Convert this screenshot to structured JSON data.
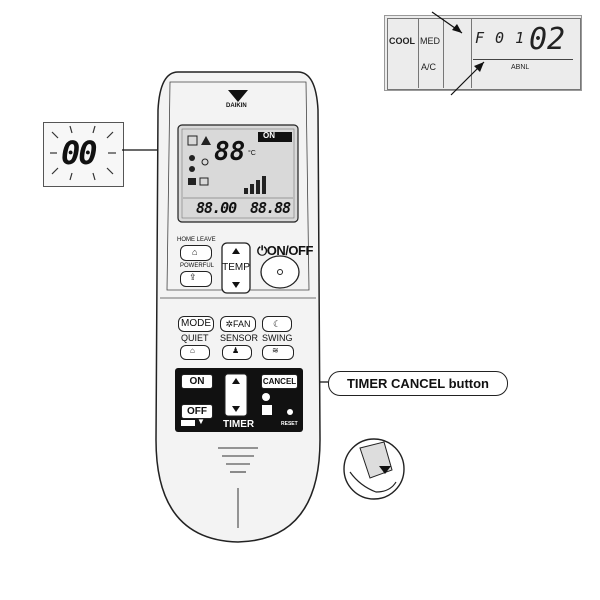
{
  "indoor_display": {
    "mode_cool": "COOL",
    "fan_med": "MED",
    "ac": "A/C",
    "code_prefix": "F 0 1",
    "code_value": "02",
    "code_label": "ABNL"
  },
  "blink_code": "00",
  "remote": {
    "brand": "DAIKIN",
    "lcd": {
      "on_badge": "ON",
      "temp": "88",
      "temp_unit": "°C",
      "timer_left": "88.00",
      "timer_right": "88.88"
    },
    "buttons": {
      "home_leave": "HOME LEAVE",
      "powerful": "POWERFUL",
      "temp": "TEMP",
      "on_off": "ON/OFF",
      "mode": "MODE",
      "fan": "FAN",
      "quiet": "QUIET",
      "sensor": "SENSOR",
      "swing": "SWING",
      "timer_on": "ON",
      "timer_off": "OFF",
      "cancel": "CANCEL",
      "timer": "TIMER",
      "reset": "RESET"
    }
  },
  "callout": "TIMER CANCEL button",
  "colors": {
    "panel": "#ececec",
    "remote_body": "#f2f2f2",
    "timer_panel": "#111111"
  }
}
